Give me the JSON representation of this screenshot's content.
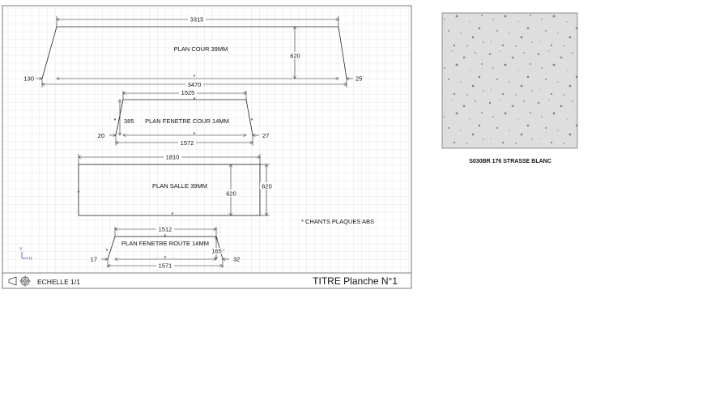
{
  "drawing": {
    "title": "TITRE Planche N°1",
    "scale": "ECHELLE 1/1",
    "note": "* CHANTS PLAQUES ABS",
    "axis_x": "H",
    "axis_y": "V"
  },
  "parts": {
    "plan_cour": {
      "label": "PLAN COUR 39MM",
      "top_width": "3315",
      "bottom_width": "3470",
      "depth": "620",
      "left_offset": "130",
      "right_offset": "25",
      "edge_mark": "*"
    },
    "plan_fenetre_cour": {
      "label": "PLAN FENETRE COUR 14MM",
      "top_width": "1525",
      "bottom_width": "1572",
      "depth": "385",
      "left_offset": "20",
      "right_offset": "27",
      "edge_mark": "*"
    },
    "plan_salle": {
      "label": "PLAN SALLE 39MM",
      "width": "1810",
      "depth": "620",
      "depth_outer": "620",
      "edge_mark": "*"
    },
    "plan_fenetre_route": {
      "label": "PLAN FENETRE ROUTE 14MM",
      "top_width": "1512",
      "bottom_width": "1571",
      "depth": "165",
      "left_offset": "17",
      "right_offset": "32",
      "edge_mark": "*"
    }
  },
  "material": {
    "name": "S030BR 176 STRASSE BLANC",
    "base_color": "#dcdcdc"
  },
  "colors": {
    "grid": "#cfd3e6",
    "frame": "#555555",
    "axis": "#3a4fb0"
  }
}
